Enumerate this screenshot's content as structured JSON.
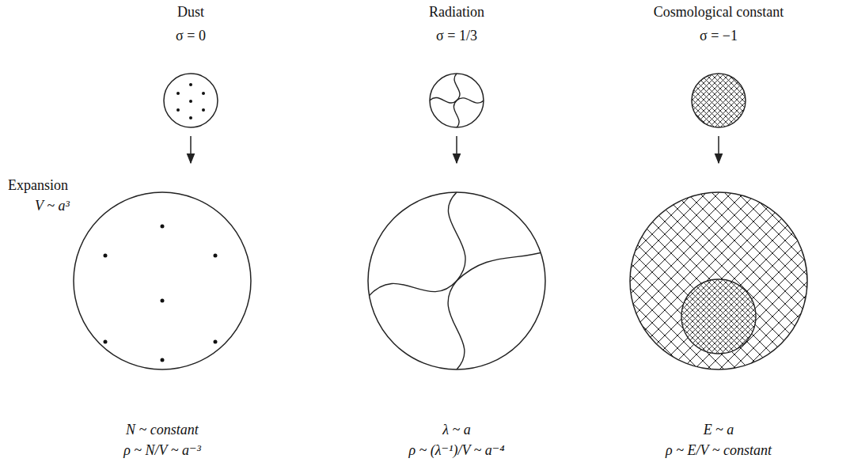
{
  "diagram": {
    "nodes": [
      {
        "text": [
          "Dust",
          "σ = 0"
        ]
      },
      {
        "text": [
          "Radiation",
          "σ = 1/3"
        ]
      },
      {
        "text": [
          "Cosmological constant",
          "σ = −1"
        ]
      },
      {
        "text": [
          "N ~ constant",
          "ρ ~ N/V ~ a⁻³"
        ]
      },
      {
        "text": [
          "λ ~ a",
          "ρ ~ (λ⁻¹)/V ~ a⁻⁴"
        ]
      },
      {
        "text": [
          "E ~ a",
          "ρ ~ E/V ~ constant"
        ]
      }
    ],
    "edges": [
      {
        "from": 0,
        "to": 3,
        "arrow": "to"
      },
      {
        "from": 1,
        "to": 4,
        "arrow": "to"
      },
      {
        "from": 2,
        "to": 5,
        "arrow": "to"
      }
    ],
    "labels": [
      "Expansion",
      "V ~ a³"
    ]
  }
}
